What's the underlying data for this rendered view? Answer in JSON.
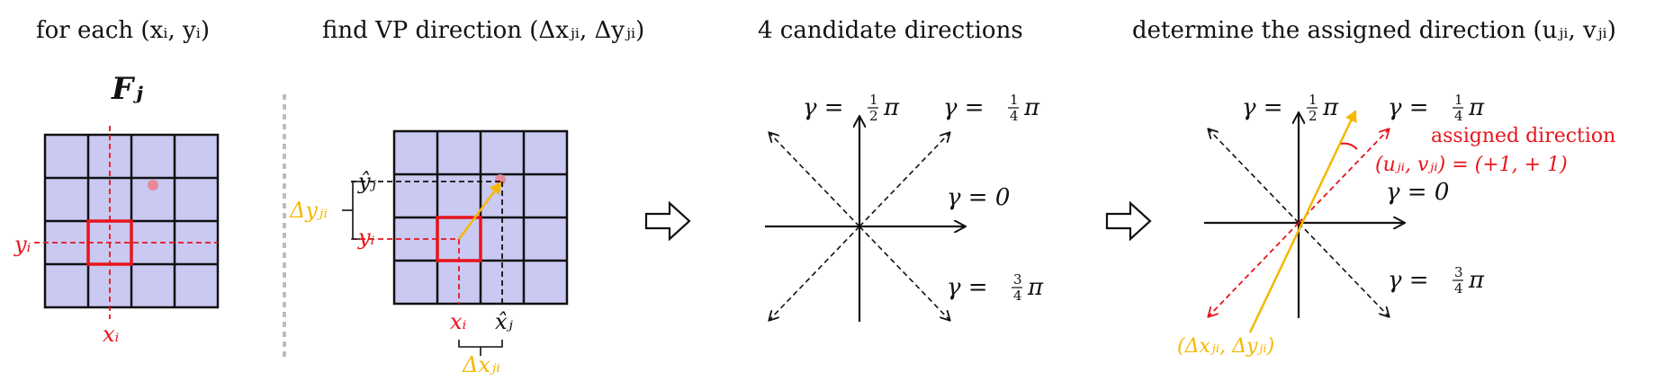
{
  "titles": {
    "p1": "for each (xᵢ, yᵢ)",
    "p2": "find VP direction (Δxⱼᵢ, Δyⱼᵢ)",
    "p3": "4 candidate directions",
    "p4": "determine the assigned direction (uⱼᵢ, vⱼᵢ)"
  },
  "panel1": {
    "grid_label": "Fⱼ",
    "x_label": "xᵢ",
    "y_label": "yᵢ"
  },
  "panel2": {
    "x_label": "xᵢ",
    "y_label": "yᵢ",
    "xhat_label": "x̂ⱼ",
    "yhat_label": "ŷⱼ",
    "dx_label": "Δxⱼᵢ",
    "dy_label": "Δyⱼᵢ"
  },
  "gammas": {
    "g_half_prefix": "γ =",
    "g_quarter_prefix": "γ =",
    "g_zero": "γ = 0",
    "g_threequarter_prefix": "γ =",
    "pi": "π",
    "half_num": "1",
    "half_den": "2",
    "quarter_num": "1",
    "quarter_den": "4",
    "tq_num": "3",
    "tq_den": "4"
  },
  "panel4": {
    "assigned_title": "assigned direction",
    "assigned_eq": "(uⱼᵢ, vⱼᵢ) = (+1, + 1)",
    "vp_label": "(Δxⱼᵢ, Δyⱼᵢ)"
  },
  "colors": {
    "grid_fill": "#c9c9f2",
    "red": "#e8141b",
    "yellow": "#f5b800",
    "pink": "#e88a9a",
    "gray_divider": "#bdbdbd"
  }
}
